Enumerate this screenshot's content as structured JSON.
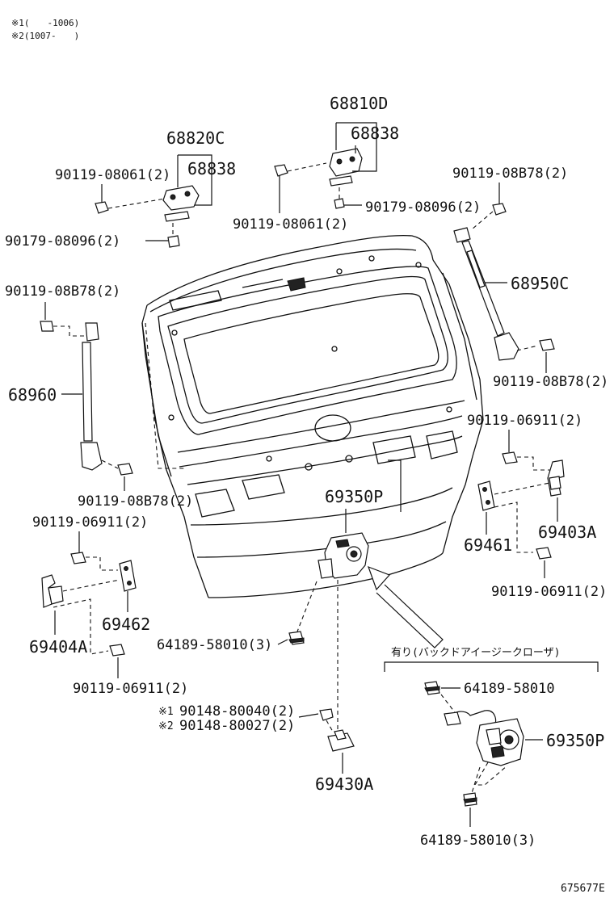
{
  "header": {
    "note1": "※1(　　-1006)",
    "note2": "※2(1007-　　)"
  },
  "labels": {
    "p68810D": "68810D",
    "p68838_right": "68838",
    "p68820C": "68820C",
    "p68838_left": "68838",
    "p90119_08061_left": "90119-08061(2)",
    "p90119_08061_right": "90119-08061(2)",
    "p90179_08096_left": "90179-08096(2)",
    "p90179_08096_right": "90179-08096(2)",
    "p90119_08B78_topright": "90119-08B78(2)",
    "p90119_08B78_topleft": "90119-08B78(2)",
    "p68950C": "68950C",
    "p90119_08B78_midright": "90119-08B78(2)",
    "p68960": "68960",
    "p90119_06911_right_top": "90119-06911(2)",
    "p90119_08B78_lowleft": "90119-08B78(2)",
    "p69350P_main": "69350P",
    "p90119_06911_left_top": "90119-06911(2)",
    "p69403A": "69403A",
    "p69461": "69461",
    "p90119_06911_right_bottom": "90119-06911(2)",
    "p69462": "69462",
    "p69404A": "69404A",
    "p64189_58010_3_main": "64189-58010(3)",
    "p90119_06911_left_bottom": "90119-06911(2)",
    "closer_group": "有り(バックドアイージークローザ)",
    "p64189_58010_closer": "64189-58010",
    "p69350P_closer": "69350P",
    "p64189_58010_3_closer": "64189-58010(3)",
    "mark1": "※1",
    "mark2": "※2",
    "p90148_80040": "90148-80040(2)",
    "p90148_80027": "90148-80027(2)",
    "p69430A": "69430A"
  },
  "footer": {
    "code": "675677E"
  }
}
